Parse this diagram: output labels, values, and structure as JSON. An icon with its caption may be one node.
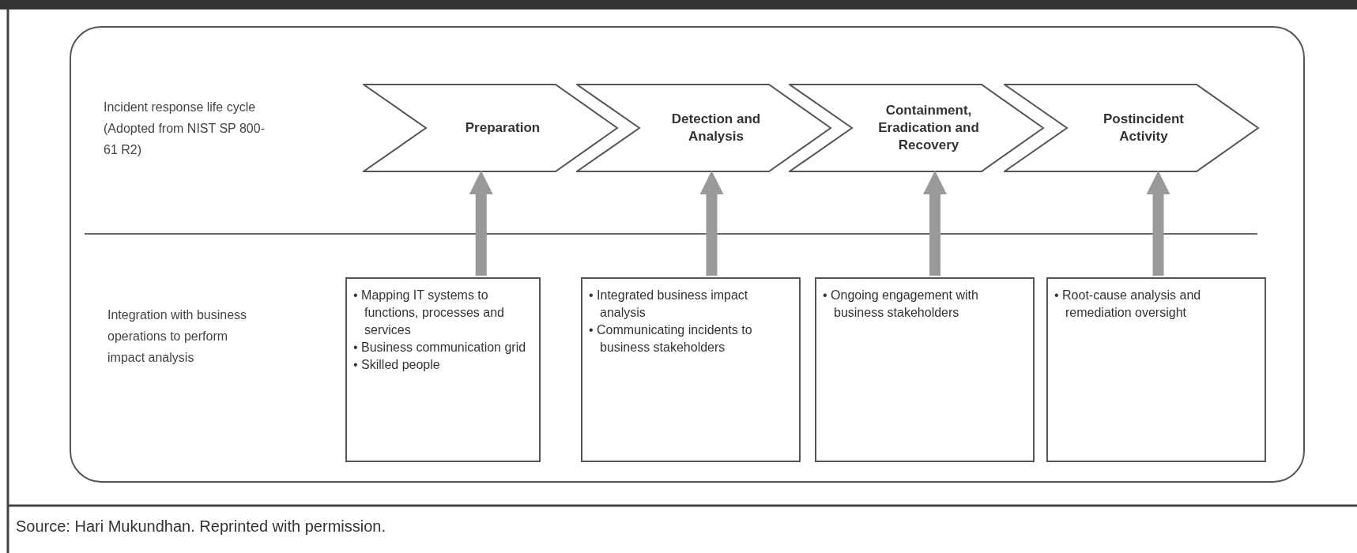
{
  "diagram": {
    "caption": "Source: Hari Mukundhan. Reprinted with permission.",
    "nodes": [
      {
        "text": [],
        "shape": "box"
      },
      {
        "text": [
          "Preparation"
        ],
        "in": 0
      },
      {
        "text": [
          "Detection and Analysis"
        ],
        "in": 0
      },
      {
        "text": [
          "Containment, Eradication and Recovery"
        ],
        "in": 0
      },
      {
        "text": [
          "Postincident Activity"
        ],
        "in": 0
      },
      {
        "text": [
          "• Mapping IT systems to functions, processes and services",
          "• Business communication grid",
          "• Skilled people"
        ],
        "in": 0
      },
      {
        "text": [
          "• Integrated business impact analysis",
          "• Communicating incidents to business stakeholders"
        ],
        "in": 0
      },
      {
        "text": [
          "• Ongoing engagement with business stakeholders"
        ],
        "in": 0
      },
      {
        "text": [
          "• Root-cause analysis and remediation oversight"
        ],
        "in": 0
      }
    ],
    "edges": [
      {
        "from": 5,
        "to": 1,
        "arrow": "to"
      },
      {
        "from": 6,
        "to": 2,
        "arrow": "to"
      },
      {
        "from": 7,
        "to": 3,
        "arrow": "to"
      },
      {
        "from": 8,
        "to": 4,
        "arrow": "to"
      }
    ],
    "labels": [
      "Incident response life cycle (Adopted from NIST SP 800-61 R2)",
      "Integration with business operations to perform impact analysis"
    ]
  }
}
